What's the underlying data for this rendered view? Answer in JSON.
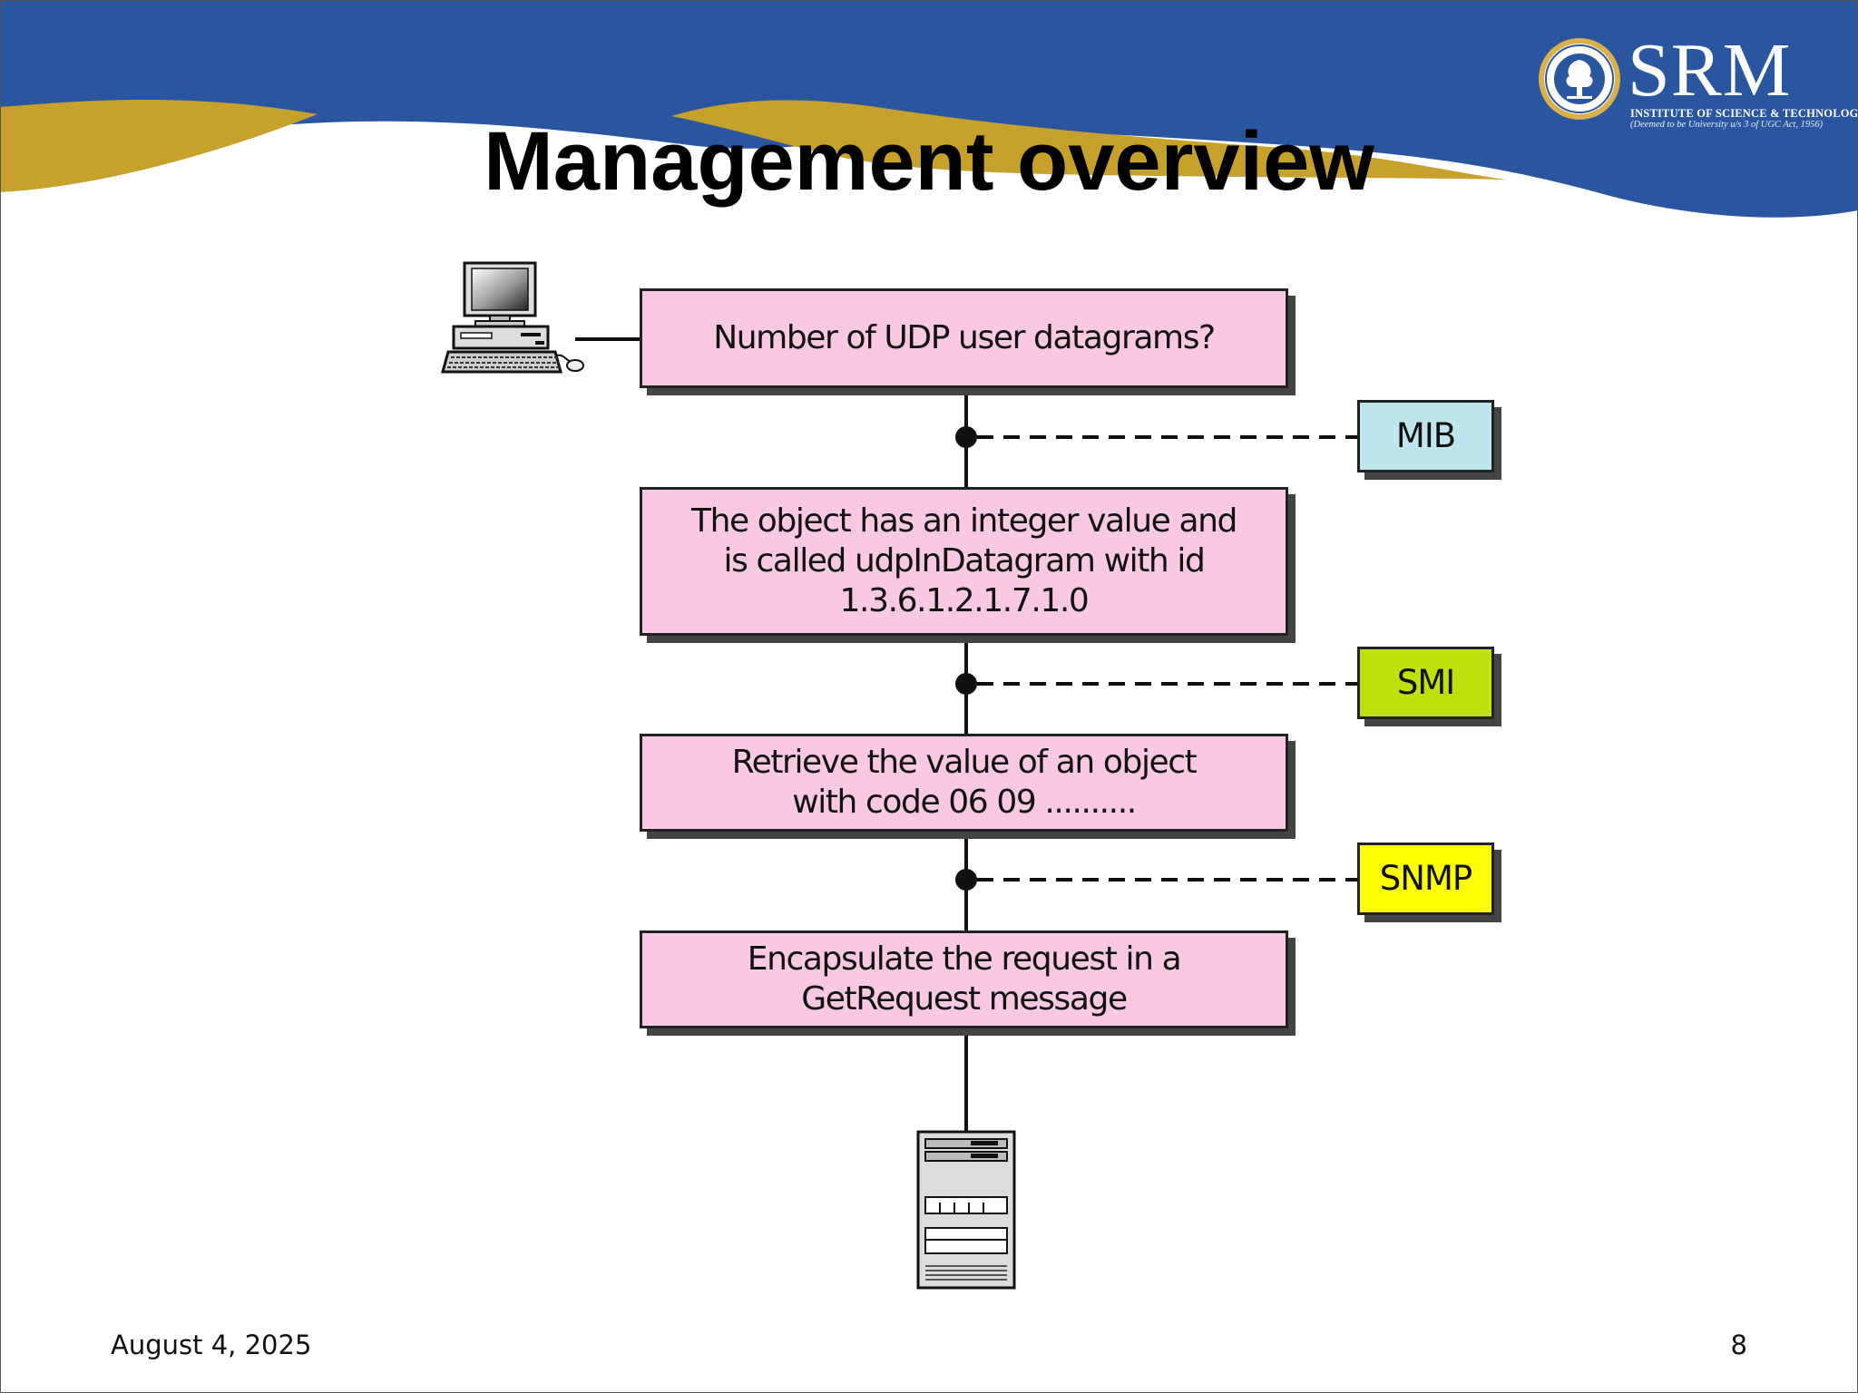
{
  "header": {
    "title": "Management overview",
    "logo": {
      "name": "SRM",
      "subtitle": "INSTITUTE OF SCIENCE & TECHNOLOGY",
      "note": "(Deemed to be University u/s 3 of UGC Act, 1956)"
    },
    "colors": {
      "wave_blue": "#2a56a0",
      "wave_gold": "#c6a22c"
    }
  },
  "diagram": {
    "manager_icon": "desktop-computer-icon",
    "agent_icon": "server-tower-icon",
    "steps": [
      {
        "text": "Number of UDP user datagrams?",
        "color": "#f9c8e3"
      },
      {
        "text": "The object has an integer value and\nis called udpInDatagram with id\n1.3.6.1.2.1.7.1.0",
        "color": "#f9c8e3"
      },
      {
        "text": "Retrieve the value of an object\nwith code 06 09 ..........",
        "color": "#f9c8e3"
      },
      {
        "text": "Encapsulate the request in a\nGetRequest message",
        "color": "#f9c8e3"
      }
    ],
    "components": [
      {
        "label": "MIB",
        "color": "#bfe6ef"
      },
      {
        "label": "SMI",
        "color": "#bde10b"
      },
      {
        "label": "SNMP",
        "color": "#fcfc05"
      }
    ]
  },
  "footer": {
    "date": "August 4, 2025",
    "page": "8"
  }
}
